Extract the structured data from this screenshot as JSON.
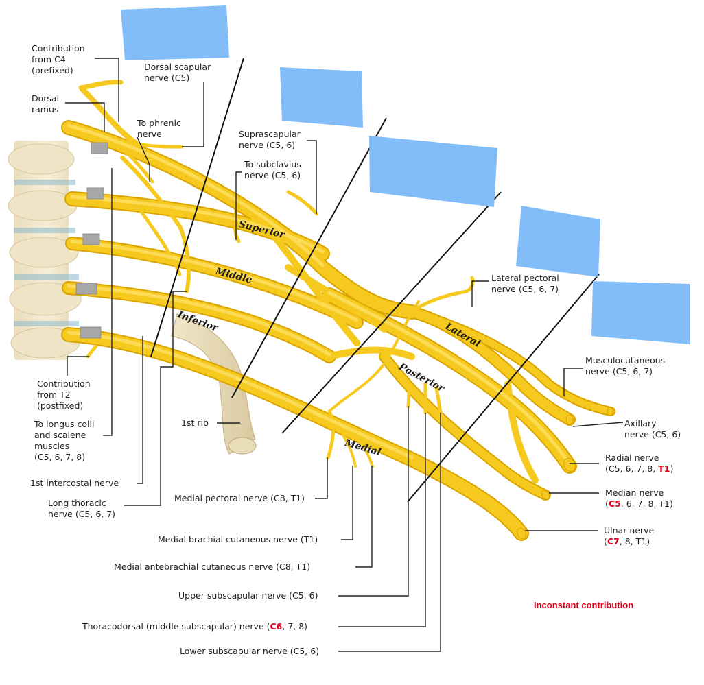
{
  "colors": {
    "nerve": "#f6c91f",
    "nerve_light": "#ffe36a",
    "nerve_dark": "#d9a400",
    "bone": "#f3ead2",
    "bone_shadow": "#d9cba4",
    "label_box": "#82bdf9",
    "leader_line": "#222222",
    "highlight": "#e0001b",
    "separator": "#111111"
  },
  "label_boxes": [
    "",
    "",
    "",
    "",
    ""
  ],
  "labels": {
    "contribution_c4": [
      "Contribution",
      "from C4",
      "(prefixed)"
    ],
    "dorsal_ramus": [
      "Dorsal",
      "ramus"
    ],
    "dorsal_scapular": [
      "Dorsal scapular",
      "nerve (C5)"
    ],
    "to_phrenic": [
      "To phrenic",
      "nerve"
    ],
    "suprascapular": [
      "Suprascapular",
      "nerve (C5, 6)"
    ],
    "to_subclavius": [
      "To subclavius",
      "nerve (C5, 6)"
    ],
    "lateral_pectoral": [
      "Lateral pectoral",
      "nerve (C5, 6, 7)"
    ],
    "musculocutaneous": [
      "Musculocutaneous",
      "nerve (C5, 6, 7)"
    ],
    "axillary": [
      "Axillary",
      "nerve (C5, 6)"
    ],
    "radial": {
      "line1": "Radial nerve",
      "open": "(C5, 6, 7,  8, ",
      "red": "T1",
      "close": ")"
    },
    "median": {
      "line1": "Median nerve",
      "open": "(",
      "red": "C5",
      "close": ", 6, 7,  8, T1)"
    },
    "ulnar": {
      "line1": "Ulnar nerve",
      "open": "(",
      "red": "C7",
      "close": ", 8, T1)"
    },
    "contribution_t2": [
      "Contribution",
      "from T2",
      "(postfixed)"
    ],
    "longus_colli": [
      "To longus colli",
      "and scalene",
      "muscles",
      "(C5, 6, 7,  8)"
    ],
    "first_intercostal": "1st intercostal nerve",
    "long_thoracic": [
      "Long thoracic",
      "nerve (C5, 6, 7)"
    ],
    "first_rib": "1st rib",
    "medial_pectoral": "Medial pectoral nerve (C8, T1)",
    "medial_brachial": "Medial brachial cutaneous nerve (T1)",
    "medial_antebrachial": "Medial antebrachial cutaneous nerve  (C8, T1)",
    "upper_subscapular": "Upper subscapular nerve (C5, 6)",
    "thoracodorsal": {
      "open": "Thoracodorsal (middle subscapular) nerve (",
      "red": "C6",
      "close": ", 7,  8)"
    },
    "lower_subscapular": "Lower subscapular nerve (C5, 6)"
  },
  "trunk_labels": {
    "superior": "Superior",
    "middle": "Middle",
    "inferior": "Inferior",
    "lateral": "Lateral",
    "posterior": "Posterior",
    "medial": "Medial"
  },
  "legend": {
    "inconstant": "Inconstant contribution"
  }
}
